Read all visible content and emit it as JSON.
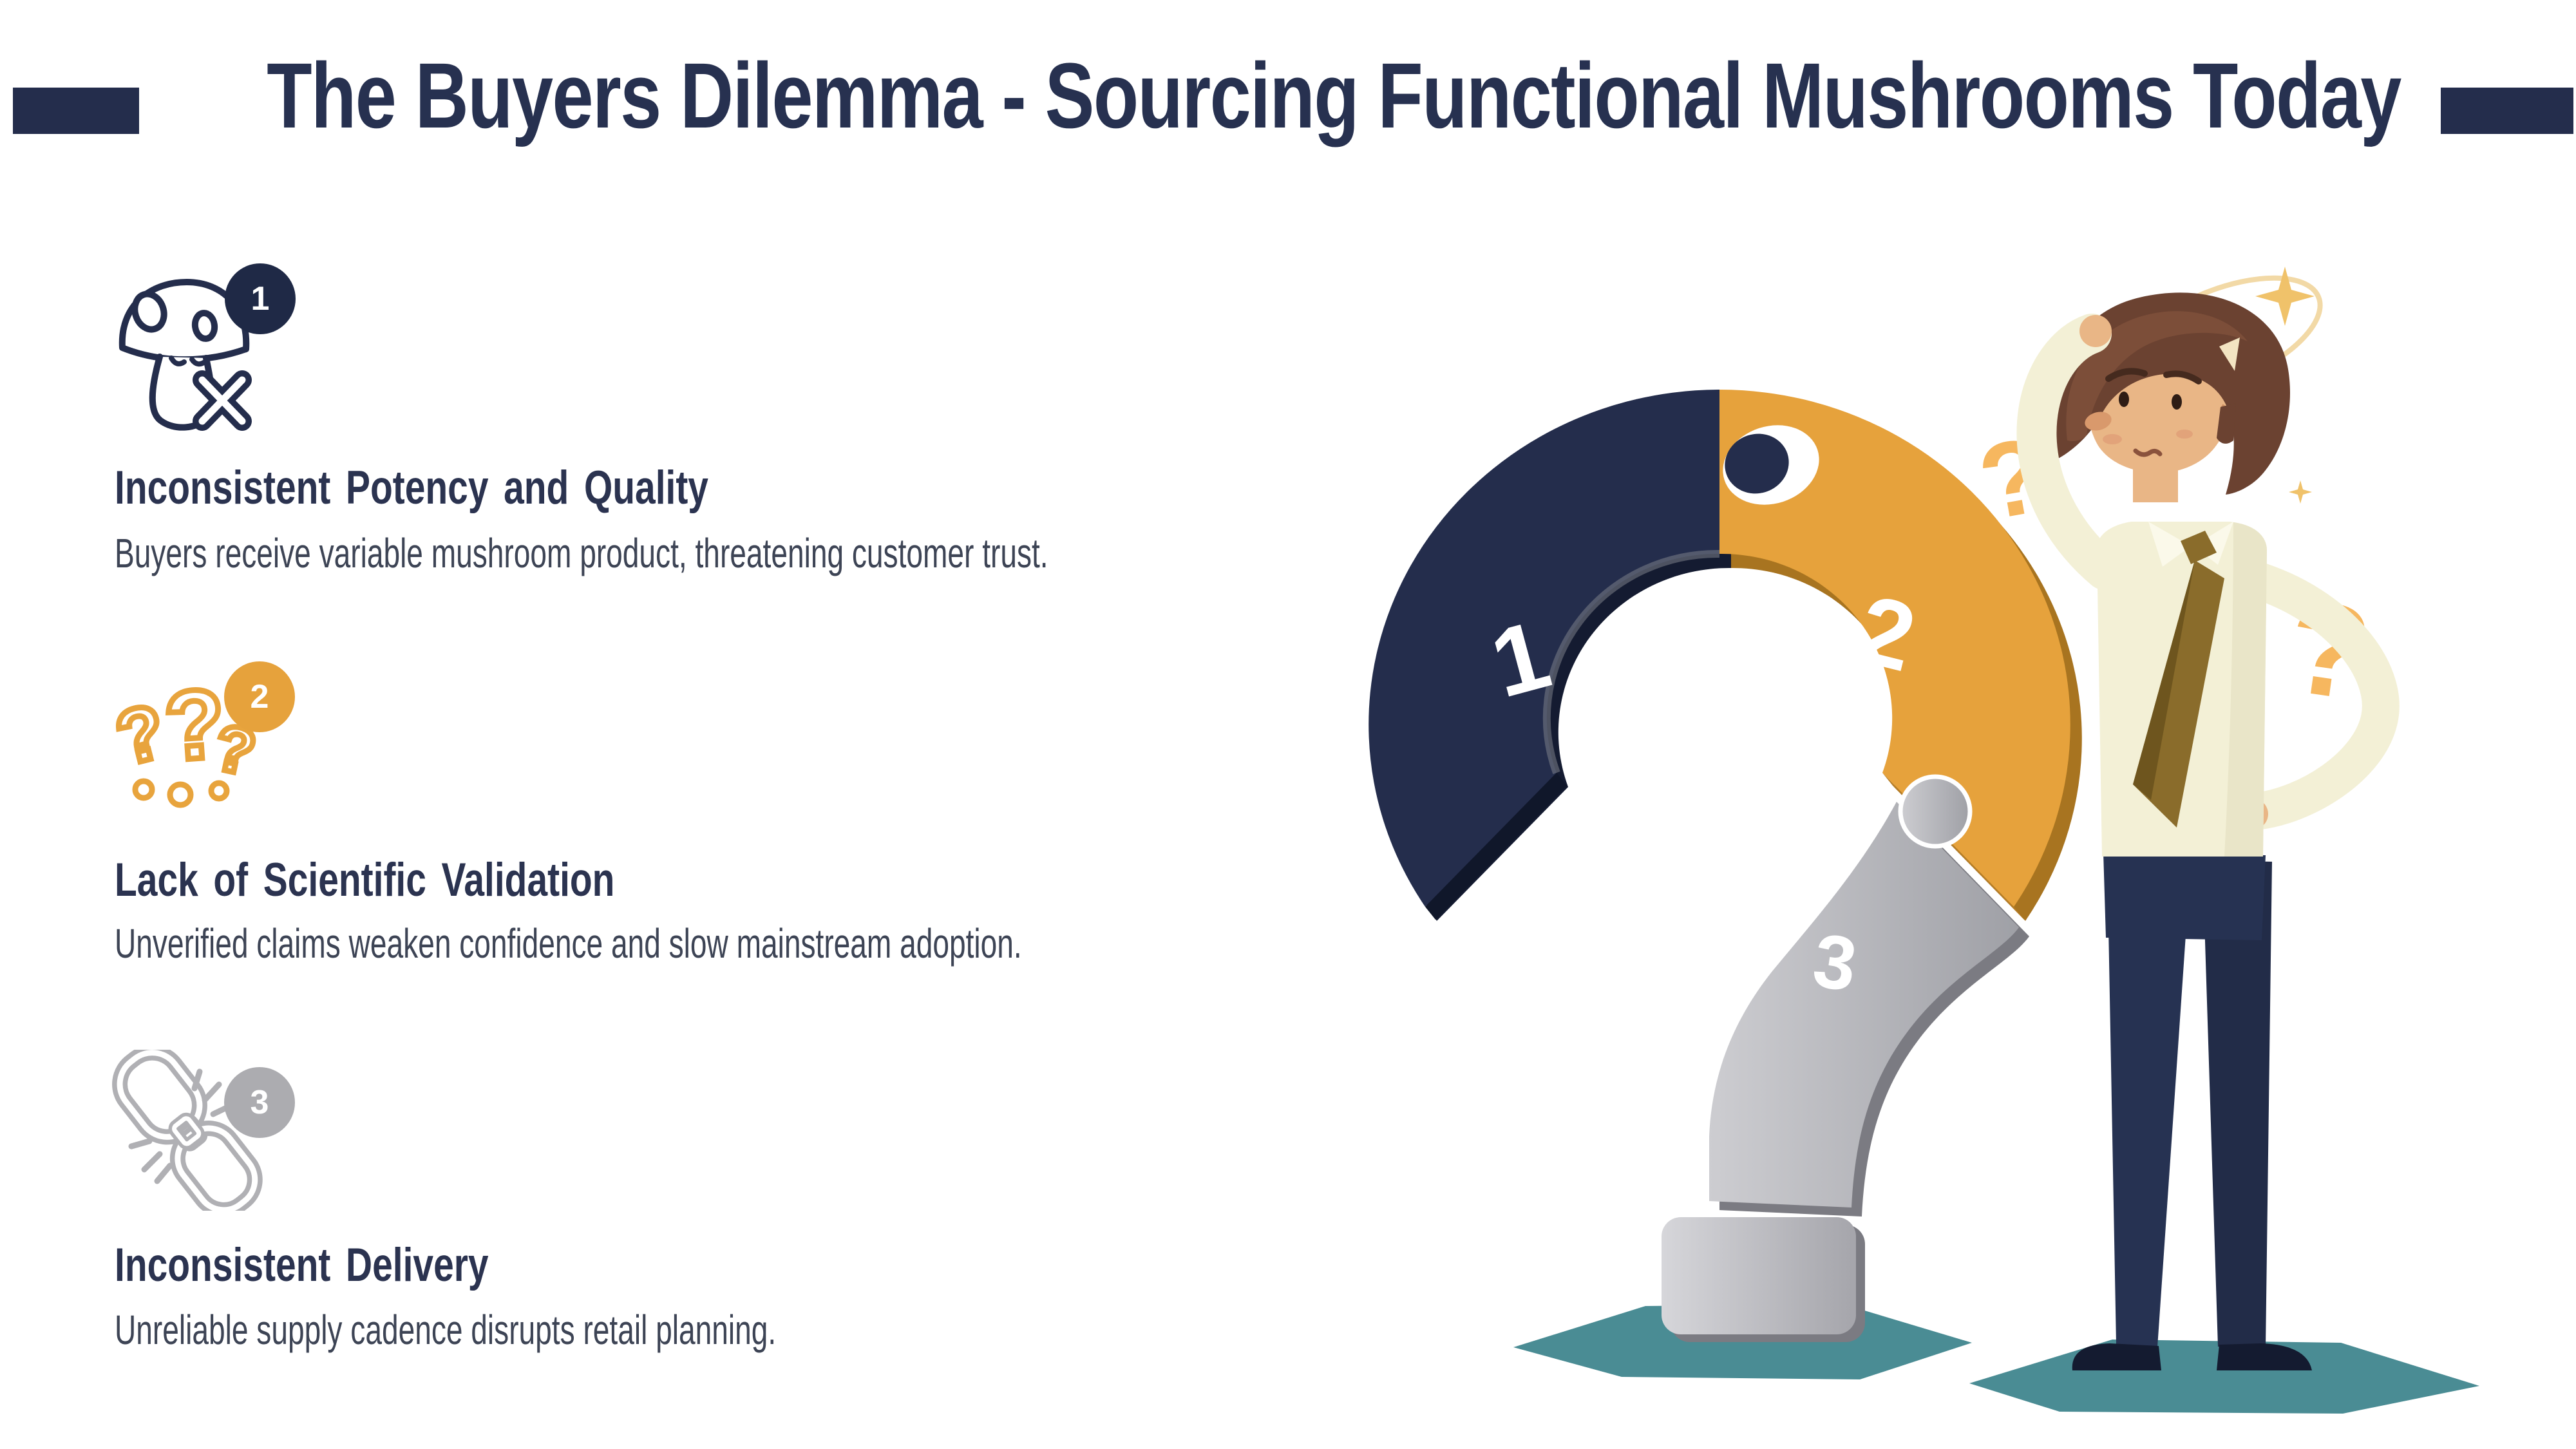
{
  "page": {
    "title": "The Buyers Dilemma - Sourcing Functional Mushrooms Today"
  },
  "items": [
    {
      "number": "1",
      "heading": "Inconsistent Potency and Quality",
      "body": "Buyers receive variable mushroom product, threatening customer trust.",
      "accent_color": "#1f2946",
      "icon": "mushroom-crossed-icon"
    },
    {
      "number": "2",
      "heading": "Lack of Scientific Validation",
      "body": "Unverified claims weaken confidence and slow mainstream adoption.",
      "accent_color": "#e6a23c",
      "icon": "question-marks-icon"
    },
    {
      "number": "3",
      "heading": "Inconsistent Delivery",
      "body": "Unreliable supply cadence disrupts retail planning.",
      "accent_color": "#acacb0",
      "icon": "broken-chain-icon"
    }
  ],
  "illustration": {
    "puzzle_labels": [
      "1",
      "2",
      "3"
    ],
    "floating_marks": [
      "?",
      "?"
    ],
    "colors": {
      "navy": "#242d4c",
      "orange": "#e6a23c",
      "gray": "#b3b3b8",
      "teal_shadow": "#4a8c94",
      "shirt": "#f3f0d6",
      "tie": "#8a6c2b",
      "skin": "#e9b686",
      "hair": "#6b4231",
      "sparkle": "#f0c26a"
    }
  }
}
